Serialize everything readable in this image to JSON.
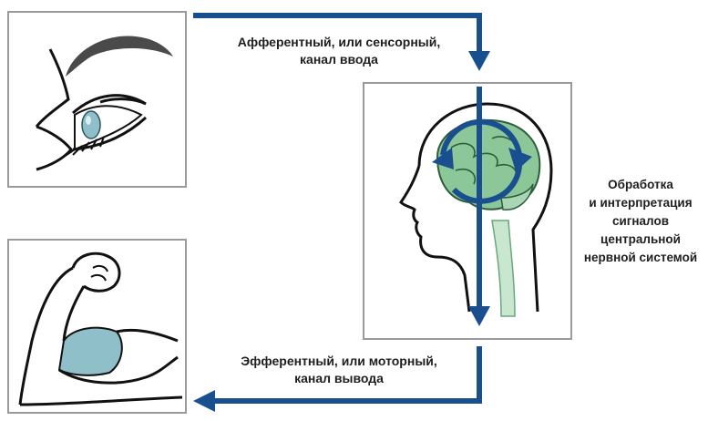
{
  "labels": {
    "afferent": [
      "Афферентный, или сенсорный,",
      "канал ввода"
    ],
    "efferent": [
      "Эфферентный, или моторный,",
      "канал вывода"
    ],
    "cns": [
      "Обработка",
      "и интерпретация",
      "сигналов",
      "центральной",
      "нервной системой"
    ]
  },
  "colors": {
    "arrow": "#1a4f8f",
    "frame": "#9a9a9a",
    "brain": "#8cc79a",
    "iris": "#8fbfc9",
    "muscle": "#8fbfc9",
    "text": "#1e1e1e"
  },
  "icons": [
    "eye-icon",
    "head-brain-icon",
    "flexed-arm-icon",
    "circular-arrow-icon"
  ]
}
